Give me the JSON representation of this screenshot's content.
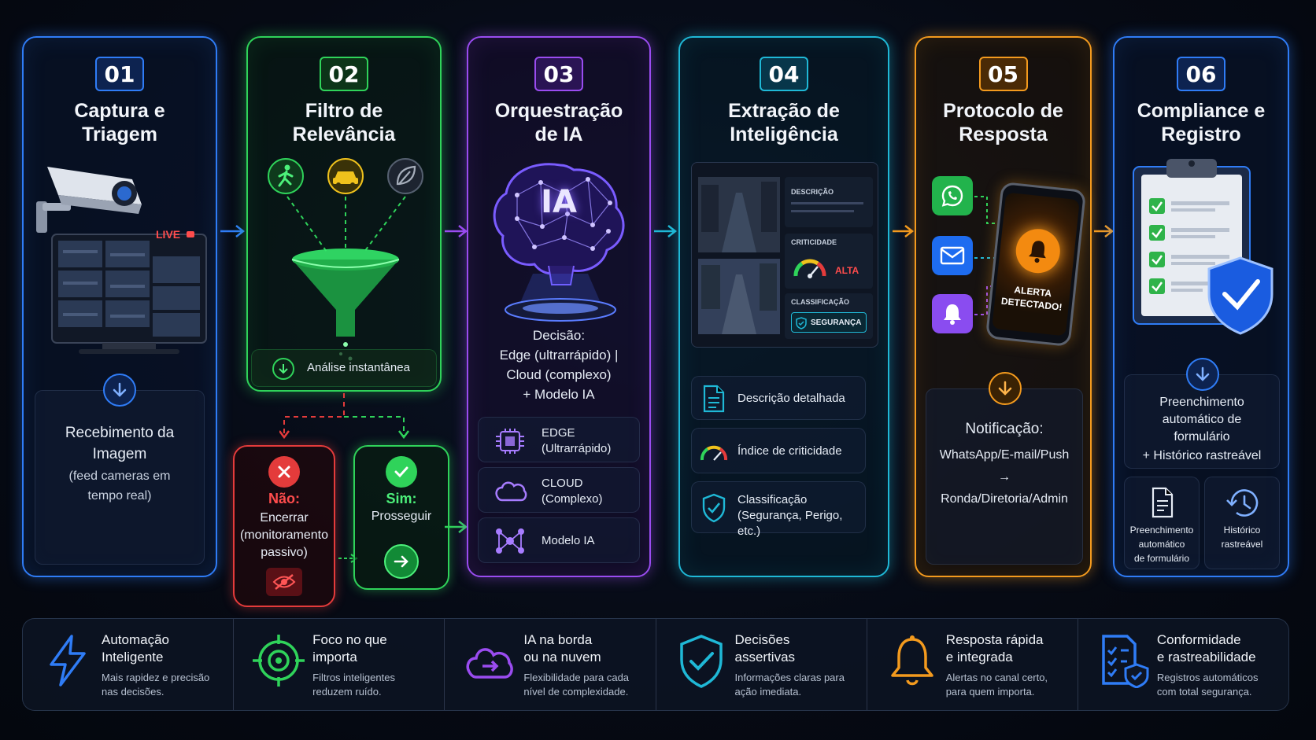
{
  "stages": [
    {
      "num": "01",
      "title": "Captura e\nTriagem",
      "live_tag": "LIVE",
      "text_main": "Recebimento da\nImagem",
      "text_sub": "(feed cameras em\ntempo real)"
    },
    {
      "num": "02",
      "title": "Filtro de\nRelevância",
      "analysis_label": "Análise instantânea",
      "no_label": "Não:",
      "no_text": "Encerrar\n(monitoramento\npassivo)",
      "yes_label": "Sim:",
      "yes_text": "Prosseguir"
    },
    {
      "num": "03",
      "title": "Orquestração\nde IA",
      "brain_text": "IA",
      "decision_text": "Decisão:\nEdge (ultrarrápido) |\nCloud (complexo)\n+ Modelo IA",
      "options": [
        {
          "label": "EDGE\n(Ultrarrápido)",
          "icon": "chip-icon"
        },
        {
          "label": "CLOUD\n(Complexo)",
          "icon": "cloud-icon"
        },
        {
          "label": "Modelo IA",
          "icon": "network-icon"
        }
      ]
    },
    {
      "num": "04",
      "title": "Extração de\nInteligência",
      "dash": {
        "desc_label": "DESCRIÇÃO",
        "crit_label": "CRITICIDADE",
        "crit_value": "ALTA",
        "class_label": "CLASSIFICAÇÃO",
        "class_value": "SEGURANÇA"
      },
      "items": [
        {
          "label": "Descrição detalhada",
          "icon": "document-icon"
        },
        {
          "label": "Índice de criticidade",
          "icon": "gauge-icon"
        },
        {
          "label": "Classificação\n(Segurança, Perigo, etc.)",
          "icon": "shield-check-icon"
        }
      ]
    },
    {
      "num": "05",
      "title": "Protocolo de\nResposta",
      "phone_alert": "ALERTA\nDETECTADO!",
      "text_title": "Notificação:",
      "text_body": "WhatsApp/E-mail/Push\n→\nRonda/Diretoria/Admin"
    },
    {
      "num": "06",
      "title": "Compliance e\nRegistro",
      "text_main": "Preenchimento\nautomático de\nformulário",
      "text_sub": "+ Histórico rastreável",
      "cards": [
        {
          "label": "Preenchimento\nautomático\nde formulário",
          "icon": "form-icon"
        },
        {
          "label": "Histórico\nrastreável",
          "icon": "history-icon"
        }
      ]
    }
  ],
  "features": [
    {
      "title": "Automação\nInteligente",
      "desc": "Mais rapidez e precisão\nnas decisões.",
      "icon": "lightning-icon",
      "color": "#2f7cf6"
    },
    {
      "title": "Foco no que\nimporta",
      "desc": "Filtros inteligentes\nreduzem ruído.",
      "icon": "target-icon",
      "color": "#2fd35a"
    },
    {
      "title": "IA na borda\nou na nuvem",
      "desc": "Flexibilidade para cada\nnível de complexidade.",
      "icon": "cloud-arrow-icon",
      "color": "#9a4cf0"
    },
    {
      "title": "Decisões\nassertivas",
      "desc": "Informações claras para\nação imediata.",
      "icon": "shield-check-icon",
      "color": "#1fb8d6"
    },
    {
      "title": "Resposta rápida\ne integrada",
      "desc": "Alertas no canal certo,\npara quem importa.",
      "icon": "bell-icon",
      "color": "#f39a1e"
    },
    {
      "title": "Conformidade\ne rastreabilidade",
      "desc": "Registros automáticos\ncom total segurança.",
      "icon": "checklist-icon",
      "color": "#2f7cf6"
    }
  ],
  "colors": {
    "blue": "#2f7cf6",
    "green": "#2fd35a",
    "purple": "#9a4cf0",
    "cyan": "#1fb8d6",
    "orange": "#f39a1e",
    "red": "#e43b3b"
  }
}
